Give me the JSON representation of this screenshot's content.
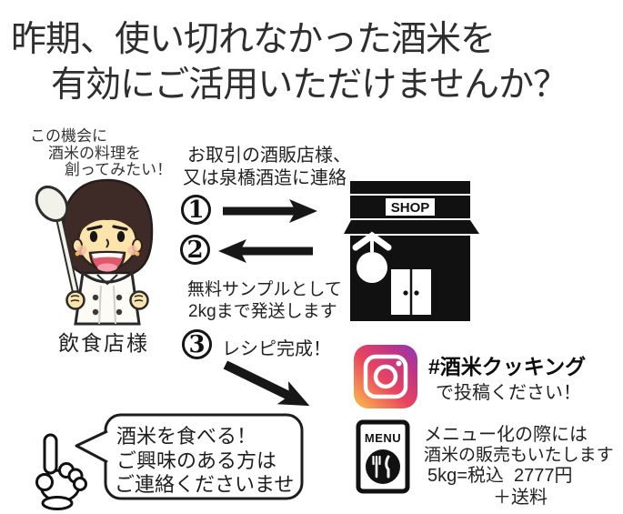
{
  "title": {
    "line1": "昨期、使い切れなかった酒米を",
    "line2": "有効にご活用いただけませんか？"
  },
  "chef": {
    "thought1": "この機会に",
    "thought2": "酒米の料理を",
    "thought3": "創ってみたい！",
    "label": "飲食店様"
  },
  "contact_note": {
    "line1": "お取引の酒販店様、",
    "line2": "又は泉橋酒造に連絡"
  },
  "steps": {
    "one": "1",
    "two": "2",
    "three": "3",
    "recipe_done": "レシピ完成！"
  },
  "sample_note": {
    "line1": "無料サンプルとして",
    "line2": "2kgまで発送します"
  },
  "shop": {
    "sign": "SHOP"
  },
  "instagram": {
    "hashtag": "#酒米クッキング",
    "cta": "で投稿ください！"
  },
  "menu": {
    "icon_label": "MENU",
    "line1": "メニュー化の際には",
    "line2": "酒米の販売もいたします",
    "price": "5kg=税込  2777円",
    "shipping": "＋送料"
  },
  "bubble": {
    "line1": "酒米を食べる！",
    "line2": "ご興味のある方は",
    "line3": "ご連絡くださいませ"
  },
  "colors": {
    "text": "#2b2b2b",
    "black": "#111111",
    "ig_orange": "#fbc24b",
    "ig_pink": "#e9455f",
    "ig_purple": "#8a3ab9"
  }
}
